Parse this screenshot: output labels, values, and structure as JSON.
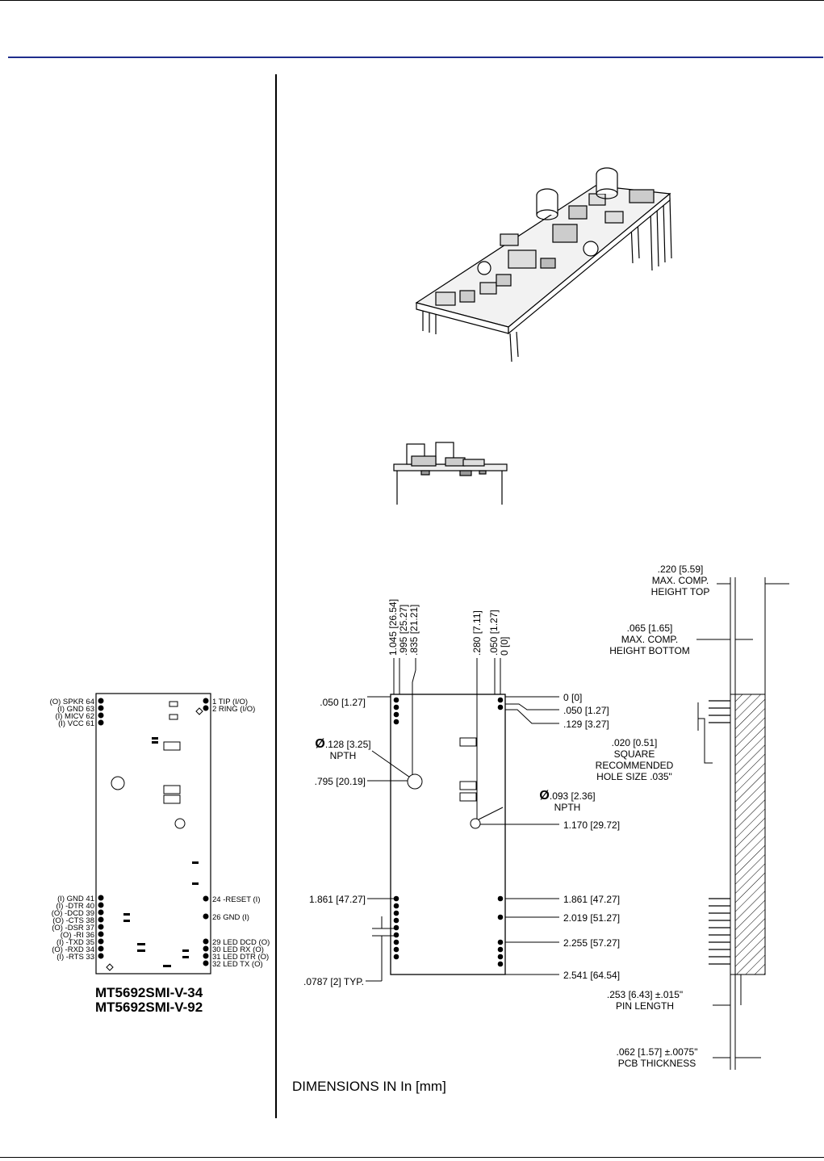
{
  "models": [
    "MT5692SMI-V-34",
    "MT5692SMI-V-92"
  ],
  "units_note": "DIMENSIONS IN In [mm]",
  "pinout_left": [
    "(O) SPKR 64",
    "(I) GND 63",
    "(I) MICV 62",
    "(I) VCC 61",
    "(I) GND 41",
    "(I) -DTR 40",
    "(O) -DCD 39",
    "(O) -CTS 38",
    "(O) -DSR 37",
    "(O) -RI 36",
    "(I) -TXD 35",
    "(O) -RXD 34",
    "(I) -RTS 33"
  ],
  "pinout_right": [
    "1  TIP (I/O)",
    "2  RING (I/O)",
    "24 -RESET (I)",
    "26 GND (I)",
    "29 LED DCD (O)",
    "30 LED RX (O)",
    "31 LED DTR (O)",
    "32 LED TX (O)"
  ],
  "dims_top": [
    ".835 [21.21]",
    ".995 [25.27]",
    "1.045 [26.54]",
    "0 [0]",
    ".050 [1.27]",
    ".280 [7.11]"
  ],
  "dims_left": [
    ".050 [1.27]",
    ".795 [20.19]",
    "1.861 [47.27]",
    ".0787 [2] TYP."
  ],
  "dims_right": [
    "0 [0]",
    ".050 [1.27]",
    ".129 [3.27]",
    "1.170 [29.72]",
    "1.861 [47.27]",
    "2.019 [51.27]",
    "2.255 [57.27]",
    "2.541 [64.54]"
  ],
  "hole_large": {
    "dia": ".128 [3.25]",
    "label": "NPTH"
  },
  "hole_small": {
    "dia": ".093 [2.36]",
    "label": "NPTH"
  },
  "side_notes": {
    "top": [
      ".220 [5.59]",
      "MAX. COMP.",
      "HEIGHT TOP"
    ],
    "bottom": [
      ".065 [1.65]",
      "MAX. COMP.",
      "HEIGHT BOTTOM"
    ],
    "hole": [
      ".020 [0.51]",
      "SQUARE",
      "RECOMMENDED",
      "HOLE SIZE .035\""
    ],
    "pin": [
      ".253 [6.43]  ±.015\"",
      "PIN LENGTH"
    ],
    "pcb": [
      ".062 [1.57]  ±.0075\"",
      "PCB THICKNESS"
    ]
  },
  "diameter_symbol": "Ø"
}
